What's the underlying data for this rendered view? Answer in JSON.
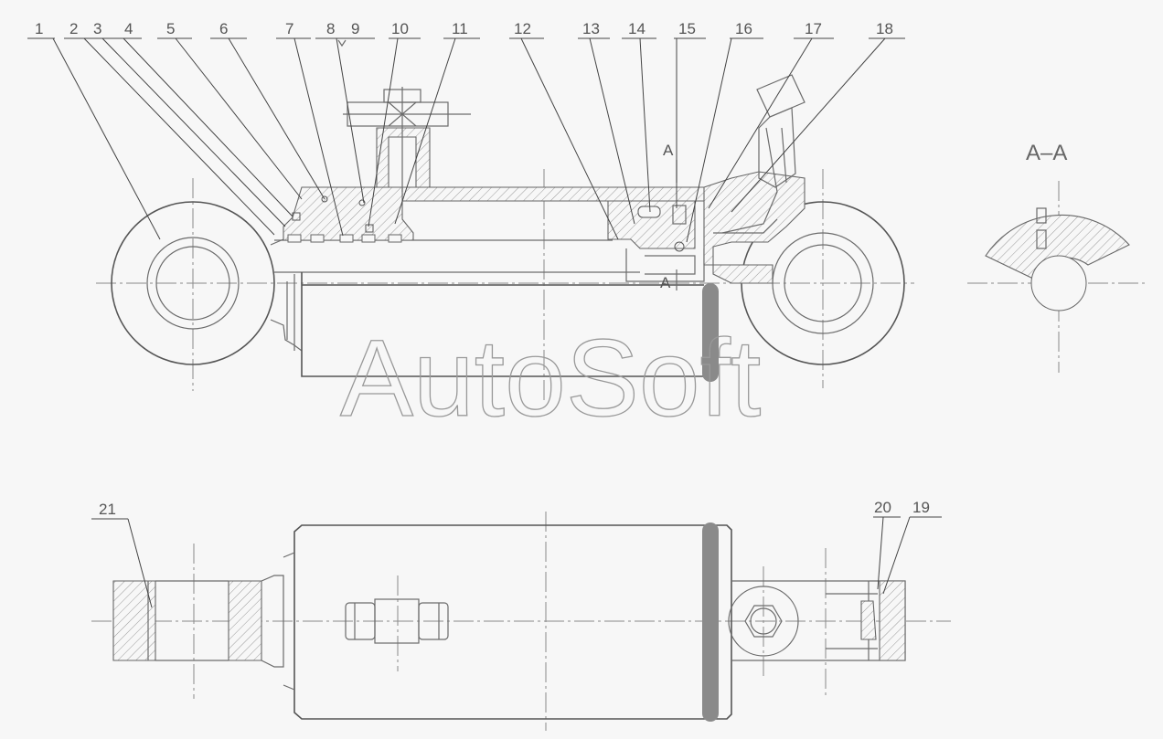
{
  "callouts": {
    "c1": "1",
    "c2": "2",
    "c3": "3",
    "c4": "4",
    "c5": "5",
    "c6": "6",
    "c7": "7",
    "c8": "8",
    "c9": "9",
    "c10": "10",
    "c11": "11",
    "c12": "12",
    "c13": "13",
    "c14": "14",
    "c15": "15",
    "c16": "16",
    "c17": "17",
    "c18": "18",
    "c19": "19",
    "c20": "20",
    "c21": "21"
  },
  "section": {
    "title": "A–A",
    "marker_top": "A",
    "marker_bottom": "A"
  },
  "watermark": "AutoSoft",
  "colors": {
    "background": "#f7f7f7",
    "line": "#6b6b6b",
    "rod_band": "#8a8a8a"
  }
}
